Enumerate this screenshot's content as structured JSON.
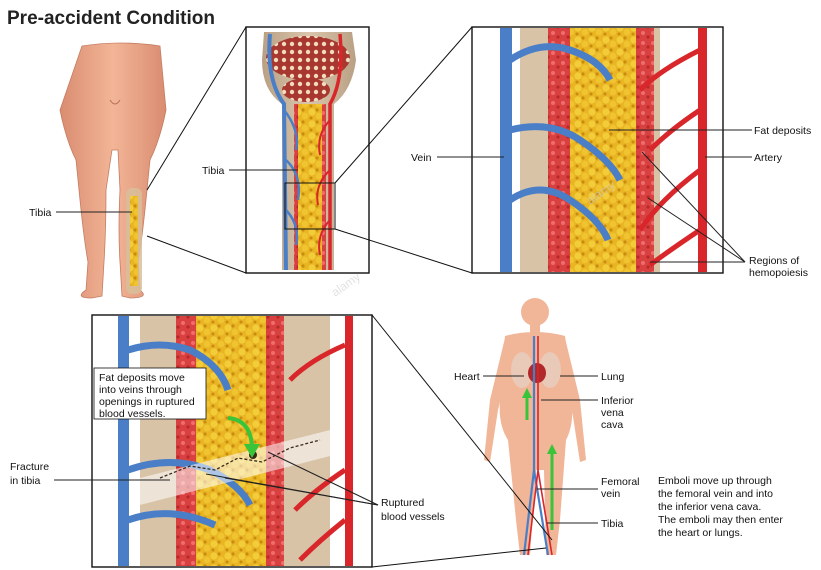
{
  "title": "Pre-accident Condition",
  "labels": {
    "tibia_leg": "Tibia",
    "tibia_bone": "Tibia",
    "vein": "Vein",
    "fat_deposits": "Fat deposits",
    "artery": "Artery",
    "regions_line1": "Regions of",
    "regions_line2": "hemopoiesis",
    "fracture_line1": "Fracture",
    "fracture_line2": "in tibia",
    "ruptured_line1": "Ruptured",
    "ruptured_line2": "blood vessels",
    "heart": "Heart",
    "lung": "Lung",
    "ivc_line1": "Inferior",
    "ivc_line2": "vena",
    "ivc_line3": "cava",
    "femoral_line1": "Femoral",
    "femoral_line2": "vein",
    "tibia_body": "Tibia"
  },
  "callout": [
    "Fat deposits move",
    "into veins through",
    "openings in ruptured",
    "blood vessels."
  ],
  "note": [
    "Emboli move up through",
    "the femoral vein and into",
    "the inferior vena cava.",
    "The emboli may then enter",
    "the heart or lungs."
  ],
  "watermark": "alamy",
  "colors": {
    "vein": "#4a7fc8",
    "artery": "#d8262a",
    "fat": "#e6b21e",
    "bone": "#c8b39a",
    "skin": "#eea98d",
    "marrow_red": "#d94a4a",
    "arrow": "#39c43a"
  }
}
